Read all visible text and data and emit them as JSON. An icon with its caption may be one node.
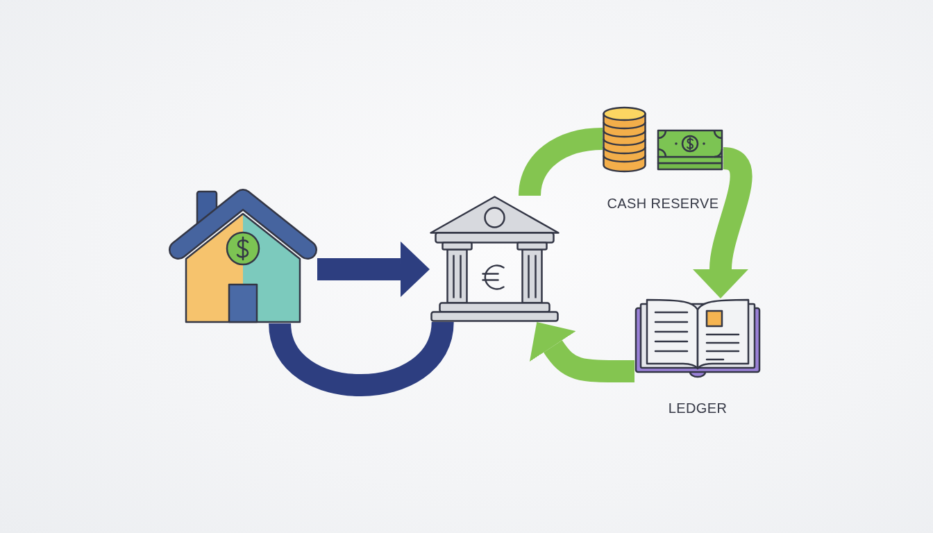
{
  "diagram": {
    "nodes": [
      {
        "text": [],
        "shape": "picture"
      },
      {
        "text": [],
        "shape": "picture"
      },
      {
        "text": [
          "CASH RESERVE"
        ]
      },
      {
        "text": [
          "LEDGER"
        ]
      }
    ],
    "edges": [
      {
        "from": 0,
        "to": 1,
        "arrow": "to",
        "color": "#2d3e80"
      },
      {
        "from": 0,
        "to": 1,
        "arrow": "none",
        "color": "#2d3e80"
      },
      {
        "from": 1,
        "to": 2,
        "arrow": "none"
      },
      {
        "from": 2,
        "to": 3,
        "arrow": "to"
      },
      {
        "from": 3,
        "to": 1,
        "arrow": "to"
      }
    ]
  }
}
